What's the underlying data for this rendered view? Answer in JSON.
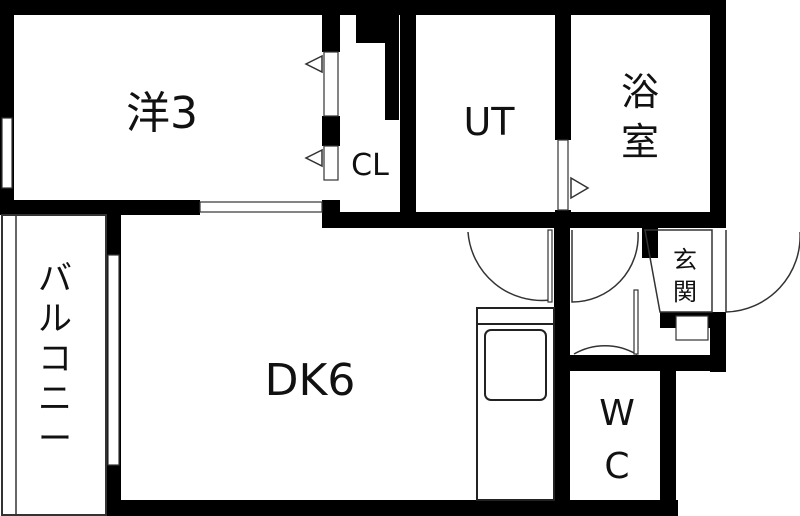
{
  "rooms": {
    "western_room": "洋3",
    "closet": "CL",
    "utility": "UT",
    "bathroom_line1": "浴",
    "bathroom_line2": "室",
    "entrance_line1": "玄",
    "entrance_line2": "関",
    "dining_kitchen": "DK6",
    "toilet_line1": "W",
    "toilet_line2": "C",
    "balcony": [
      "バ",
      "ル",
      "コ",
      "ニ",
      "ー"
    ]
  },
  "colors": {
    "wall": "#000000",
    "background": "#ffffff"
  }
}
